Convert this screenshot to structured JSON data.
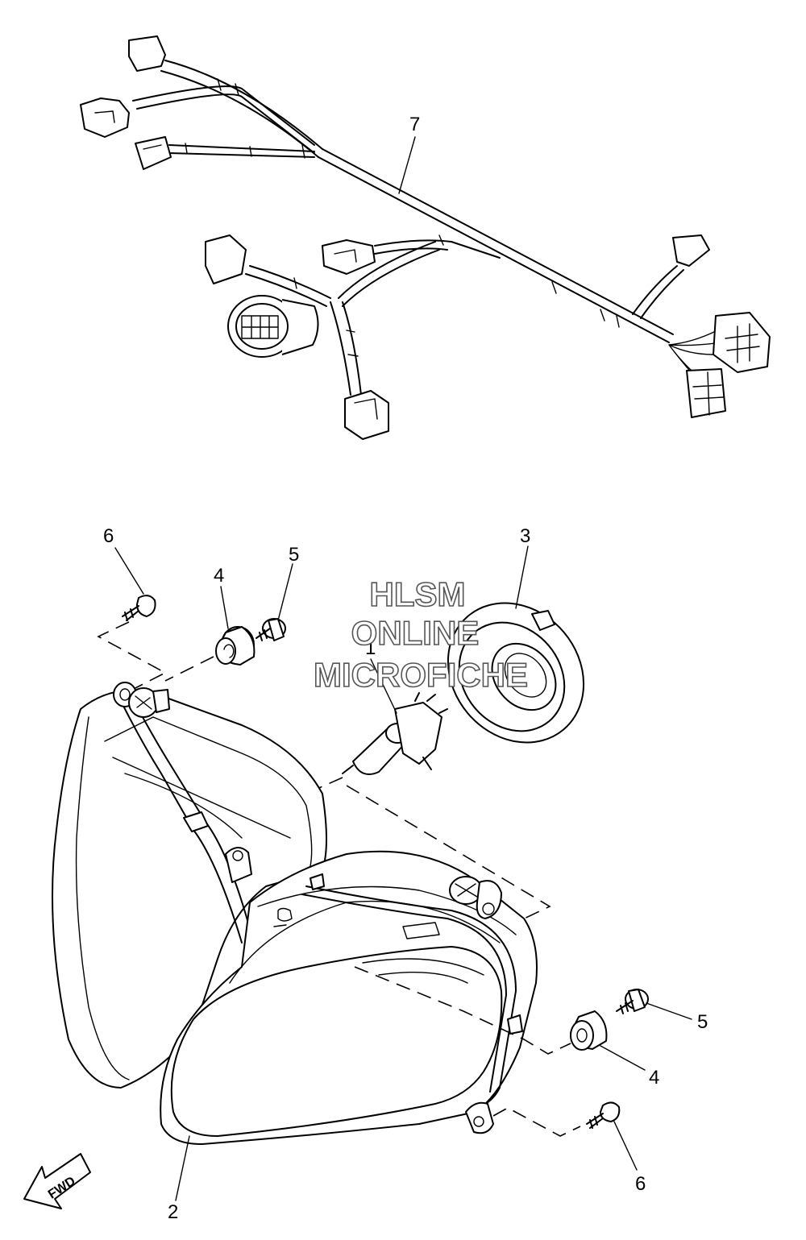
{
  "watermark": {
    "line1": "HLSM",
    "line2": "ONLINE",
    "line3": "MICROFICHE"
  },
  "direction_badge": {
    "label": "FWD"
  },
  "callouts": [
    {
      "id": "bulb",
      "number": "1"
    },
    {
      "id": "headlight-assy",
      "number": "2"
    },
    {
      "id": "socket-cover",
      "number": "3"
    },
    {
      "id": "grommet-top",
      "number": "4"
    },
    {
      "id": "collar-bolt-top",
      "number": "5"
    },
    {
      "id": "screw-top",
      "number": "6"
    },
    {
      "id": "wire-harness",
      "number": "7"
    },
    {
      "id": "collar-bolt-bottom",
      "number": "5"
    },
    {
      "id": "grommet-bottom",
      "number": "4"
    },
    {
      "id": "screw-bottom",
      "number": "6"
    }
  ],
  "icons": [
    "connector-icon",
    "bulb-icon",
    "screw-icon",
    "grommet-icon",
    "fwd-arrow-icon"
  ]
}
